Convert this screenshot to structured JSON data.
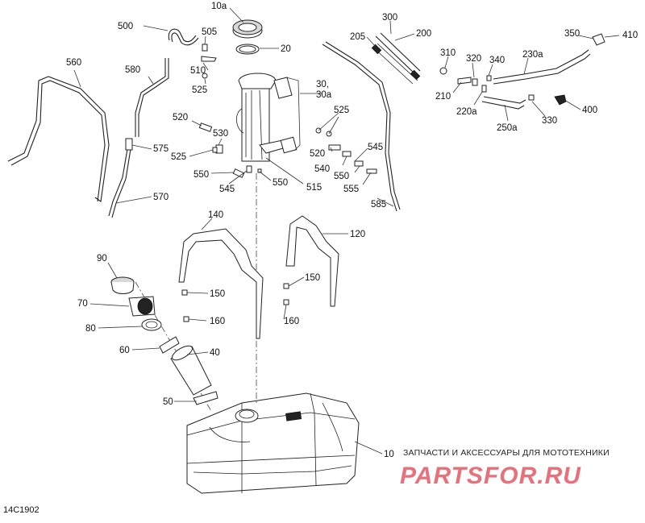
{
  "diagram": {
    "code": "14C1902",
    "watermark_top": "ЗАПЧАСТИ И АКСЕССУАРЫ ДЛЯ МОТОТЕХНИКИ",
    "watermark_logo": "PARTSFOR.RU",
    "labels": {
      "p10a": "10a",
      "p20": "20",
      "p30": "30,",
      "p30a": "30a",
      "p500": "500",
      "p505": "505",
      "p510": "510",
      "p525a": "525",
      "p560": "560",
      "p580": "580",
      "p575": "575",
      "p570": "570",
      "p520a": "520",
      "p530": "530",
      "p525b": "525",
      "p550a": "550",
      "p545a": "545",
      "p550b": "550",
      "p515": "515",
      "p525c": "525",
      "p520b": "520",
      "p545b": "545",
      "p540": "540",
      "p550c": "550",
      "p555": "555",
      "p585": "585",
      "p300": "300",
      "p205": "205",
      "p200": "200",
      "p310": "310",
      "p320": "320",
      "p340": "340",
      "p230a": "230a",
      "p350": "350",
      "p410": "410",
      "p210": "210",
      "p220a": "220a",
      "p250a": "250a",
      "p330": "330",
      "p400": "400",
      "p140": "140",
      "p120": "120",
      "p150a": "150",
      "p150b": "150",
      "p160a": "160",
      "p160b": "160",
      "p90": "90",
      "p70": "70",
      "p80": "80",
      "p60": "60",
      "p40": "40",
      "p50": "50",
      "p10": "10"
    }
  }
}
